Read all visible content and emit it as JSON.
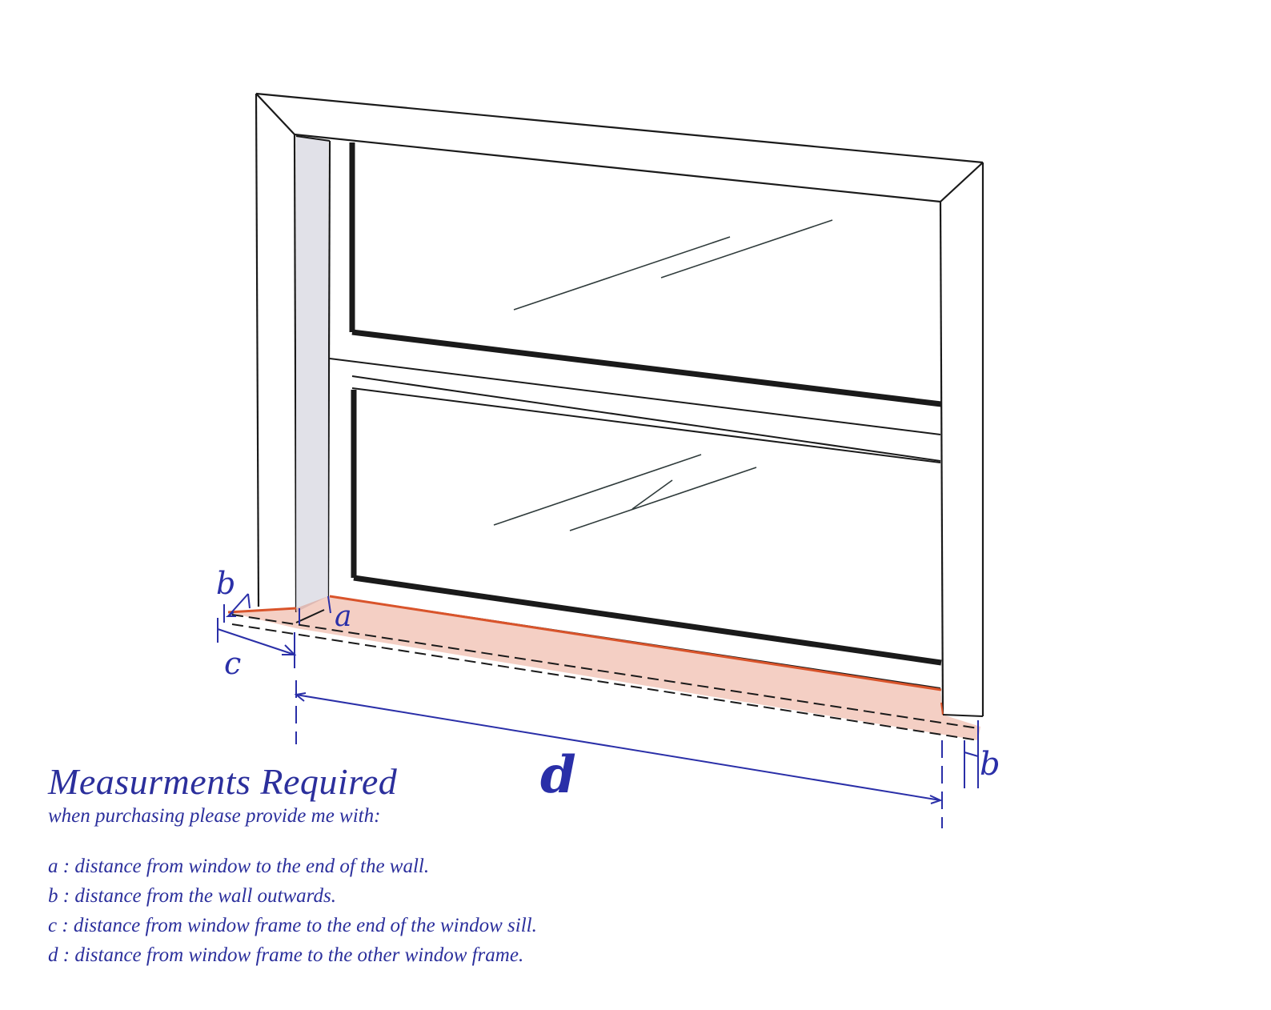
{
  "caption": {
    "title": "Measurments Required",
    "subtitle": "when purchasing please provide me with:",
    "definitions": [
      "a : distance from window to the end of the wall.",
      "b : distance from the wall outwards.",
      "c : distance from window frame to the end of the window sill.",
      "d : distance from window frame to the other window frame."
    ]
  },
  "diagram_labels": {
    "a": "a",
    "b_left": "b",
    "b_right": "b",
    "c": "c",
    "d": "d"
  },
  "colors": {
    "ink": "#1a1a1a",
    "dimension_blue": "#2a2fa8",
    "sill_orange": "#d9542b",
    "reveal_shade": "#dcdce4",
    "glass_mark": "#2f3b3b"
  }
}
